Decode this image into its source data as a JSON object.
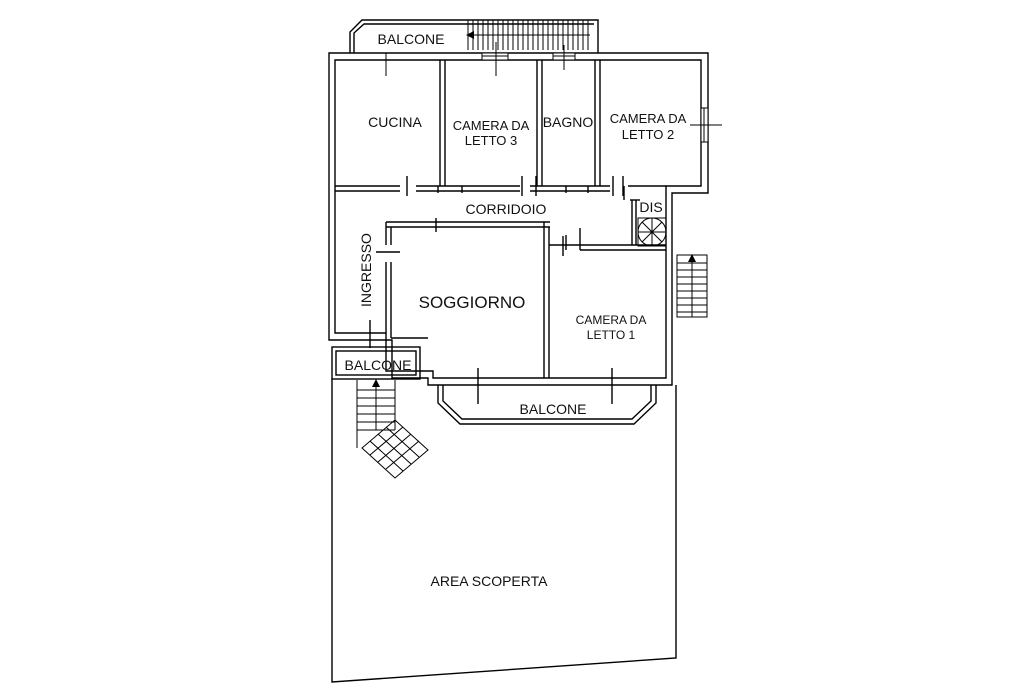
{
  "labels": {
    "balcone_top": "BALCONE",
    "cucina": "CUCINA",
    "camera3_l1": "CAMERA DA",
    "camera3_l2": "LETTO 3",
    "bagno": "BAGNO",
    "camera2_l1": "CAMERA DA",
    "camera2_l2": "LETTO 2",
    "corridoio": "CORRIDOIO",
    "dis": "DIS",
    "ingresso": "INGRESSO",
    "soggiorno": "SOGGIORNO",
    "camera1_l1": "CAMERA DA",
    "camera1_l2": "LETTO 1",
    "balcone_left": "BALCONE",
    "balcone_bottom": "BALCONE",
    "area_scoperta": "AREA SCOPERTA"
  }
}
